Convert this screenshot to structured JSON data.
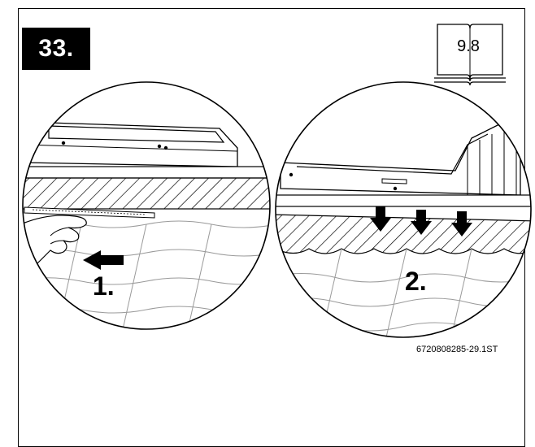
{
  "step": {
    "number": "33."
  },
  "reference": {
    "section": "9.8"
  },
  "steps": [
    {
      "label": "1."
    },
    {
      "label": "2."
    }
  ],
  "figure": {
    "code": "6720808285-29.1ST"
  },
  "colors": {
    "ink": "#000000",
    "paper": "#ffffff",
    "tile_line": "#9a9a9a"
  },
  "icons": [
    "book-reference-icon",
    "arrow-left-icon",
    "arrow-down-icon"
  ]
}
